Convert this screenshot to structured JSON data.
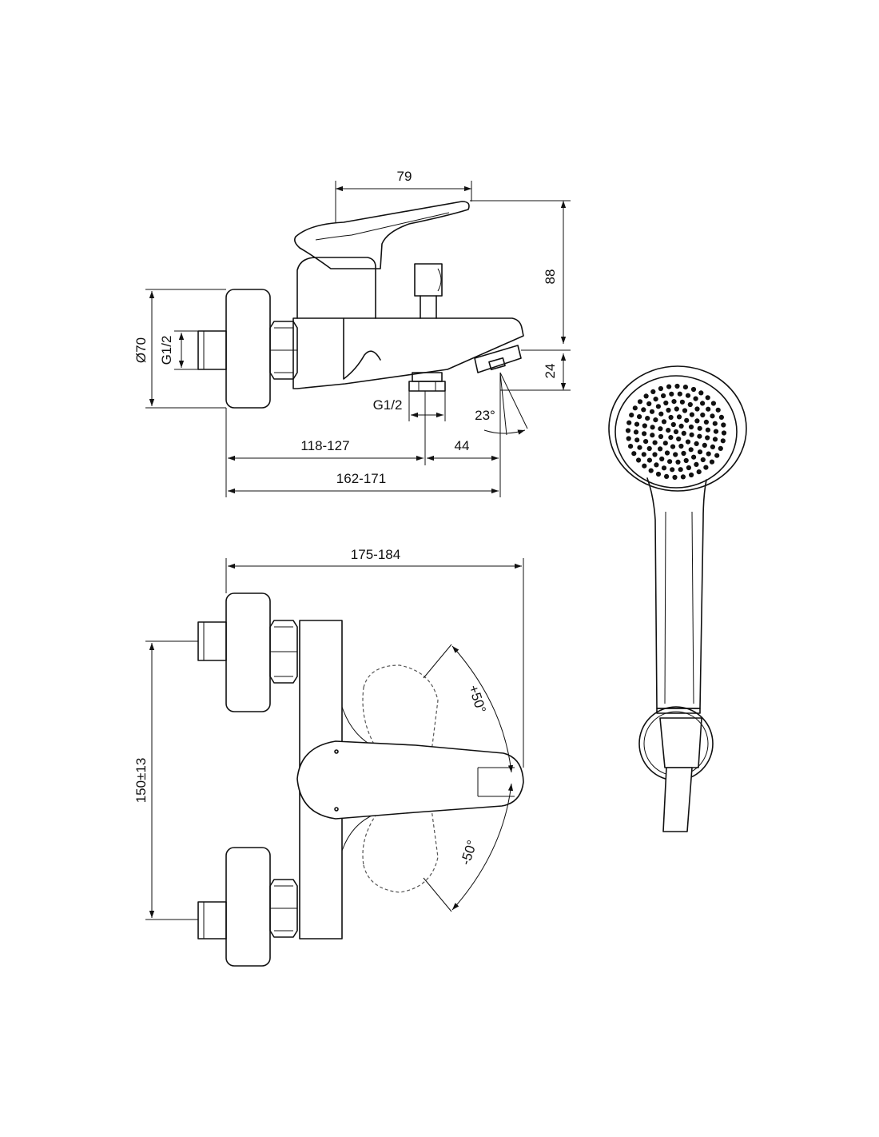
{
  "side_view": {
    "dim_handle_length": "79",
    "dim_height": "88",
    "dim_spout_height": "24",
    "dim_diameter": "Ø70",
    "dim_inlet_thread": "G1/2",
    "dim_outlet_thread": "G1/2",
    "dim_spout_angle": "23°",
    "dim_outlet_distance": "118-127",
    "dim_spout_offset": "44",
    "dim_total_depth": "162-171"
  },
  "top_view": {
    "dim_total_width": "175-184",
    "dim_inlet_spacing": "150±13",
    "angle_plus": "+50°",
    "angle_minus": "-50°"
  }
}
